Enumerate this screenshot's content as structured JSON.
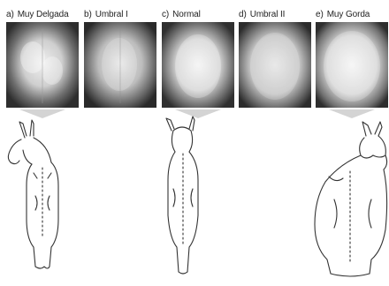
{
  "panels": [
    {
      "letter": "a)",
      "label": "Muy Delgada"
    },
    {
      "letter": "b)",
      "label": "Umbral I"
    },
    {
      "letter": "c)",
      "label": "Normal"
    },
    {
      "letter": "d)",
      "label": "Umbral II"
    },
    {
      "letter": "e)",
      "label": "Muy Gorda"
    }
  ],
  "colors": {
    "photo_dark": "#3a3a3a",
    "photo_light": "#e8e8e8",
    "pointer": "#d4d4d4",
    "ink": "#333333"
  }
}
